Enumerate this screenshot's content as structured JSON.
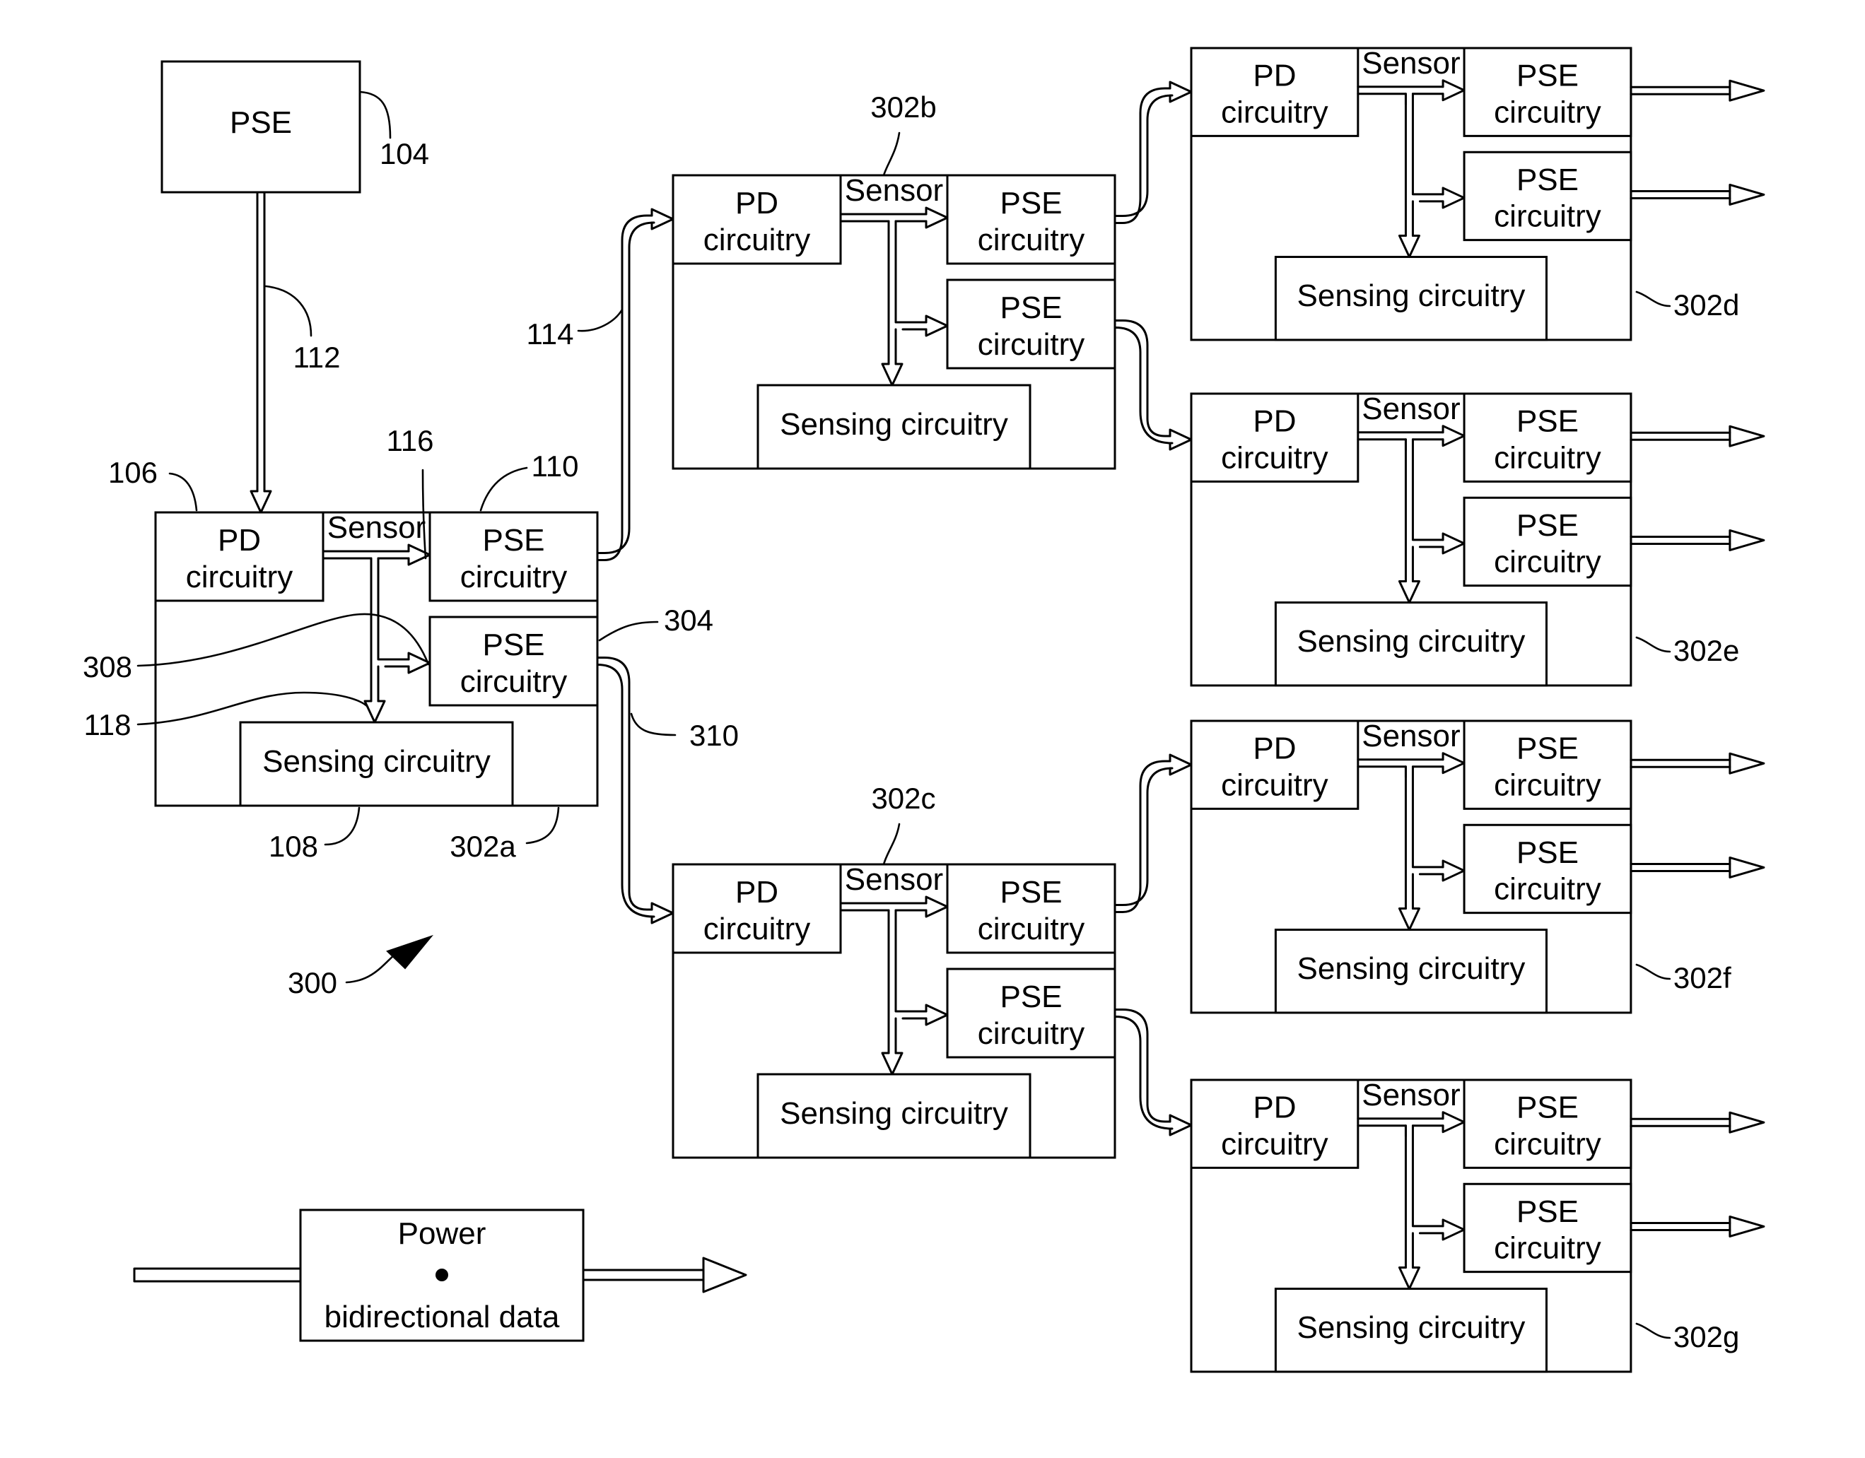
{
  "figure": {
    "figure_number": "300",
    "top_pse": {
      "label": "PSE",
      "ref": "104"
    },
    "link_refs": {
      "top_link": "112",
      "upper_link": "114",
      "lower_link": "310",
      "sensor_path_a": "116",
      "sensor_path_b": "308",
      "sensor_path_c": "118"
    },
    "block_labels": {
      "pd_line1": "PD",
      "pd_line2": "circuitry",
      "pse_line1": "PSE",
      "pse_line2": "circuitry",
      "sensor": "Sensor",
      "sensing": "Sensing circuitry"
    },
    "blocks": [
      {
        "id": "302a",
        "ref": "302a",
        "pd_ref": "106",
        "pse_ref": "110",
        "pse2_ref": "304",
        "sensing_ref": "108"
      },
      {
        "id": "302b",
        "ref": "302b"
      },
      {
        "id": "302c",
        "ref": "302c"
      },
      {
        "id": "302d",
        "ref": "302d"
      },
      {
        "id": "302e",
        "ref": "302e"
      },
      {
        "id": "302f",
        "ref": "302f"
      },
      {
        "id": "302g",
        "ref": "302g"
      }
    ],
    "legend": {
      "line1": "Power",
      "line2": "bidirectional data",
      "bullet": "•"
    }
  }
}
